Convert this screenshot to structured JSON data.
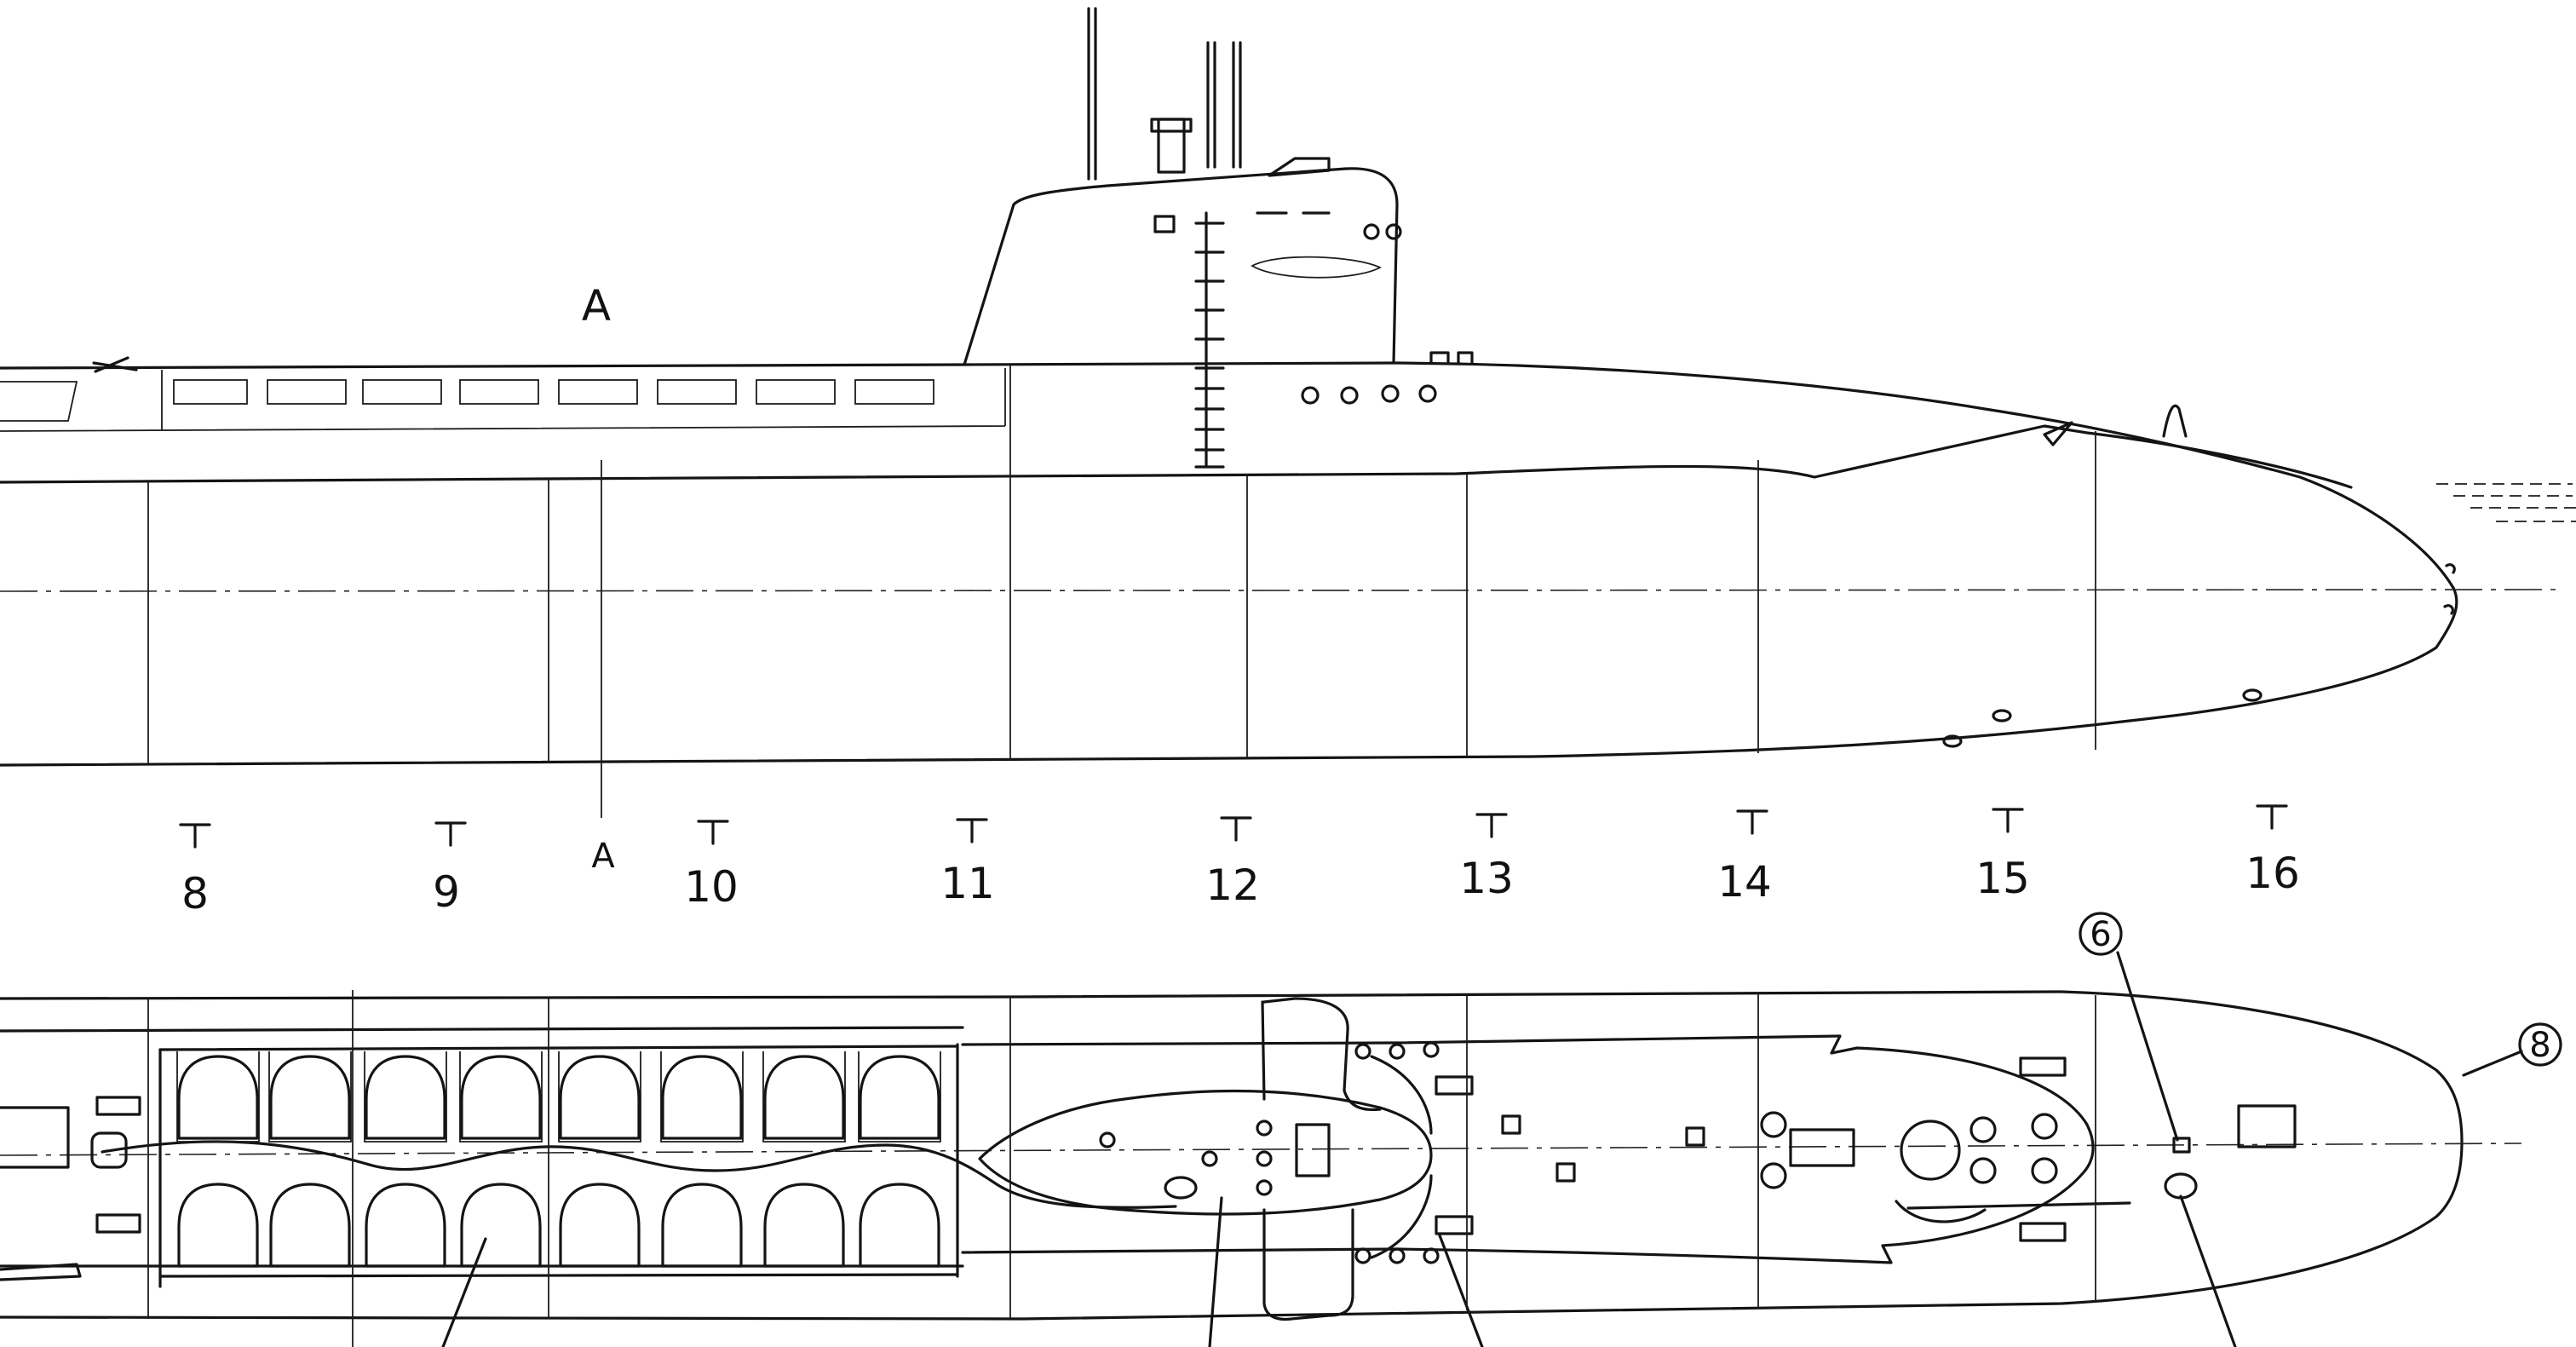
{
  "drawing": {
    "section_marker_top": "A",
    "section_marker_bottom": "A",
    "frame_labels": [
      "8",
      "9",
      "10",
      "11",
      "12",
      "13",
      "14",
      "15",
      "16"
    ],
    "callouts": [
      "6",
      "8"
    ]
  }
}
